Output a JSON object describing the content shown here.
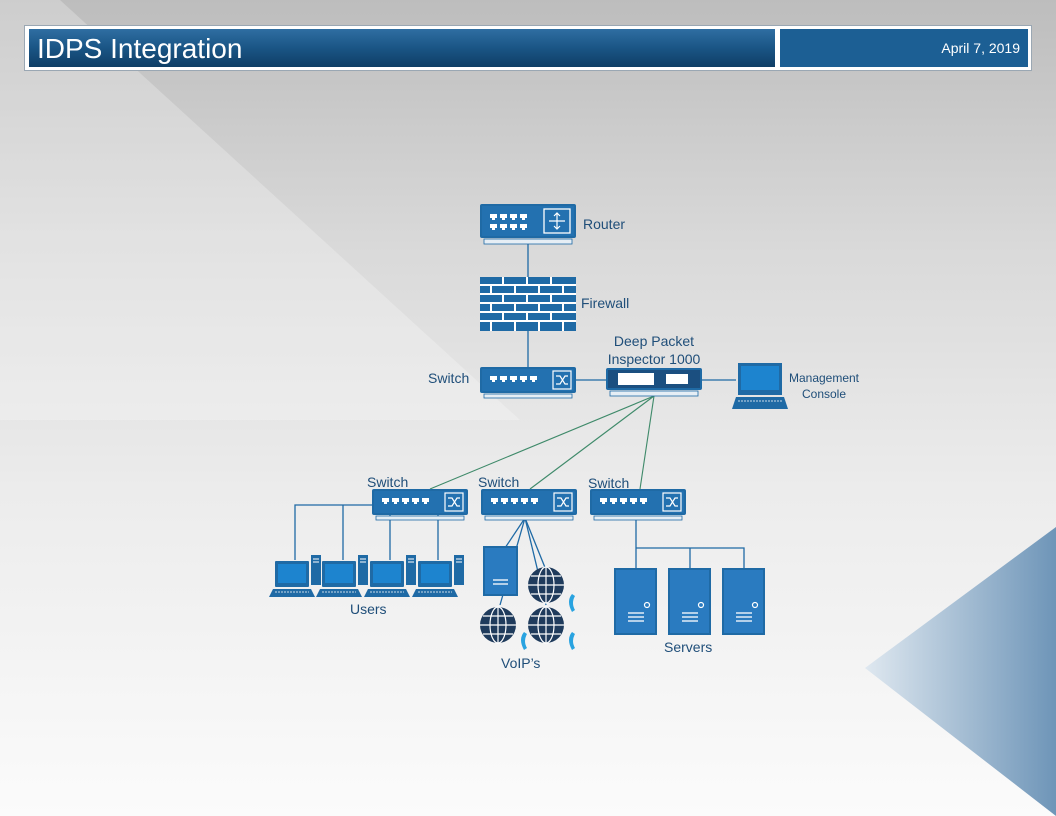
{
  "header": {
    "title": "IDPS Integration",
    "date": "April 7, 2019"
  },
  "nodes": {
    "router": "Router",
    "firewall": "Firewall",
    "core_switch": "Switch",
    "dpi": "Deep Packet\nInspector 1000",
    "console": "Management\nConsole",
    "switch_users": "Switch",
    "switch_voip": "Switch",
    "switch_servers": "Switch",
    "users": "Users",
    "voip": "VoIP’s",
    "servers": "Servers"
  },
  "colors": {
    "device_blue": "#1f6aa5",
    "header_blue": "#1a5585",
    "link_green": "#3f8a6a",
    "label_blue": "#1f4e79"
  }
}
